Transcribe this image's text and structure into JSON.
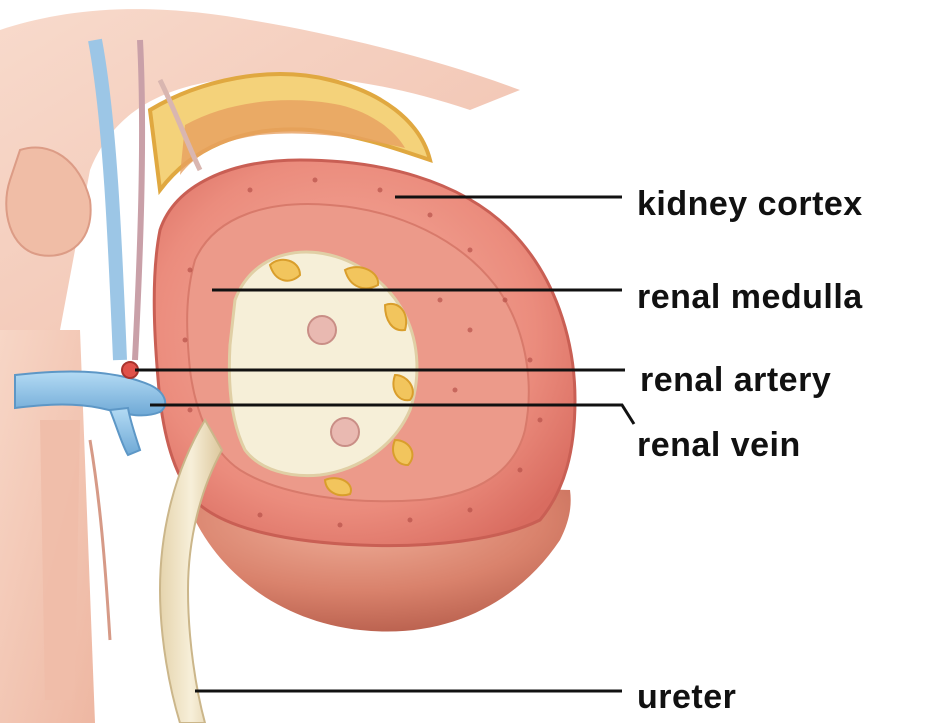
{
  "diagram": {
    "labels": {
      "kidney_cortex": "kidney cortex",
      "renal_medulla": "renal medulla",
      "renal_artery": "renal artery",
      "renal_vein": "renal vein",
      "ureter": "ureter"
    },
    "colors": {
      "background": "#ffffff",
      "cortex": "#e8827a",
      "cortex_light": "#f2a99a",
      "medulla": "#e99383",
      "pelvis": "#f5ecd2",
      "fat": "#f0c060",
      "artery": "#e0514a",
      "vein": "#8fc3e8",
      "ureter": "#efe3c4",
      "body_tissue": "#f4c9b8",
      "leader_line": "#111111",
      "label_text": "#111111"
    }
  }
}
